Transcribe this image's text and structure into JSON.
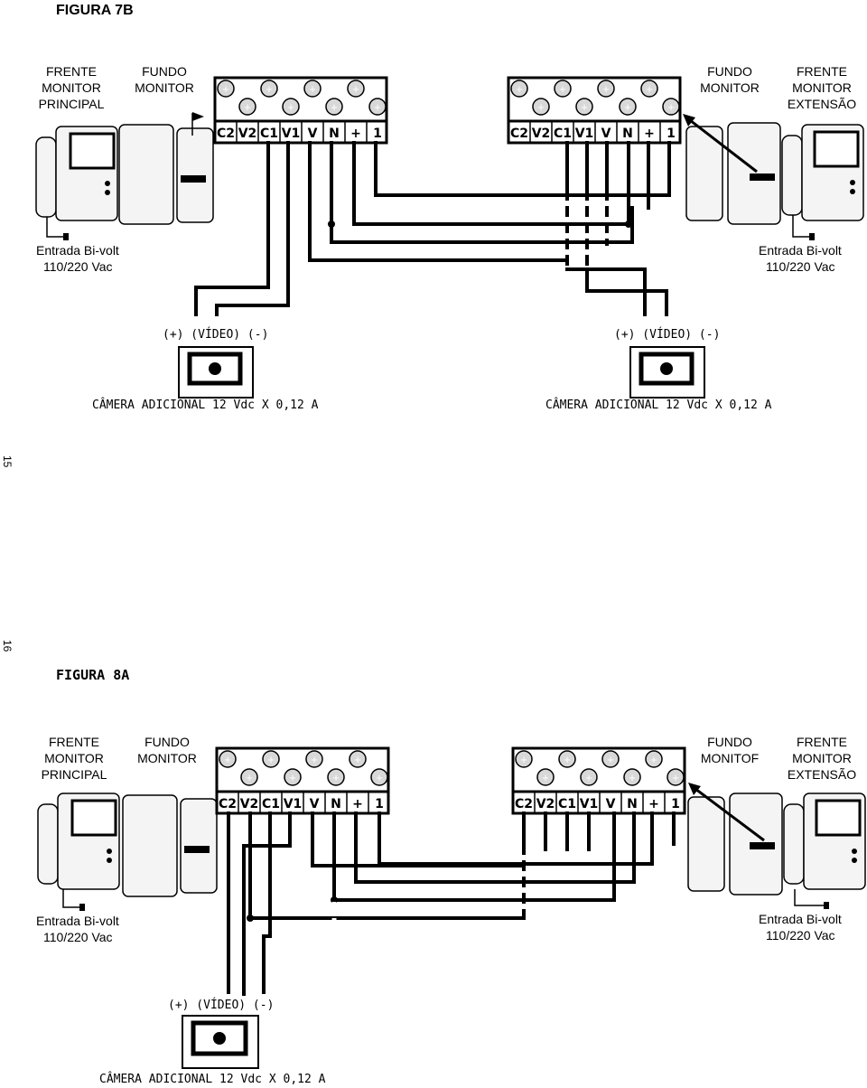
{
  "top": {
    "title": "FIGURA 7B",
    "labels": {
      "frente_principal": [
        "FRENTE",
        "MONITOR",
        "PRINCIPAL"
      ],
      "fundo_left": [
        "FUNDO",
        "MONITOR"
      ],
      "fundo_right": [
        "FUNDO",
        "MONITOR"
      ],
      "frente_extensao": [
        "FRENTE",
        "MONITOR",
        "EXTENSÃO"
      ]
    },
    "power_left": [
      "Entrada Bi-volt",
      "110/220 Vac"
    ],
    "power_right": [
      "Entrada Bi-volt",
      "110/220 Vac"
    ],
    "camera_left": {
      "pins": "(+) (VÍDEO) (-)",
      "caption": "CÂMERA ADICIONAL 12 Vdc X 0,12 A"
    },
    "camera_right": {
      "pins": "(+) (VÍDEO) (-)",
      "caption": "CÂMERA ADICIONAL 12 Vdc X 0,12 A"
    }
  },
  "terminal_labels": [
    "C2",
    "V2",
    "C1",
    "V1",
    "V",
    "N",
    "+",
    "1"
  ],
  "page_numbers": [
    "15",
    "16"
  ],
  "bottom": {
    "title": "FIGURA 8A",
    "labels": {
      "frente_principal": [
        "FRENTE",
        "MONITOR",
        "PRINCIPAL"
      ],
      "fundo_left": [
        "FUNDO",
        "MONITOR"
      ],
      "fundo_right": [
        "FUNDO",
        "MONITOF"
      ],
      "frente_extensao": [
        "FRENTE",
        "MONITOR",
        "EXTENSÃO"
      ]
    },
    "power_left": [
      "Entrada Bi-volt",
      "110/220 Vac"
    ],
    "power_right": [
      "Entrada Bi-volt",
      "110/220 Vac"
    ],
    "camera": {
      "pins": "(+) (VÍDEO) (-)",
      "caption": "CÂMERA ADICIONAL 12 Vdc X 0,12 A"
    }
  }
}
